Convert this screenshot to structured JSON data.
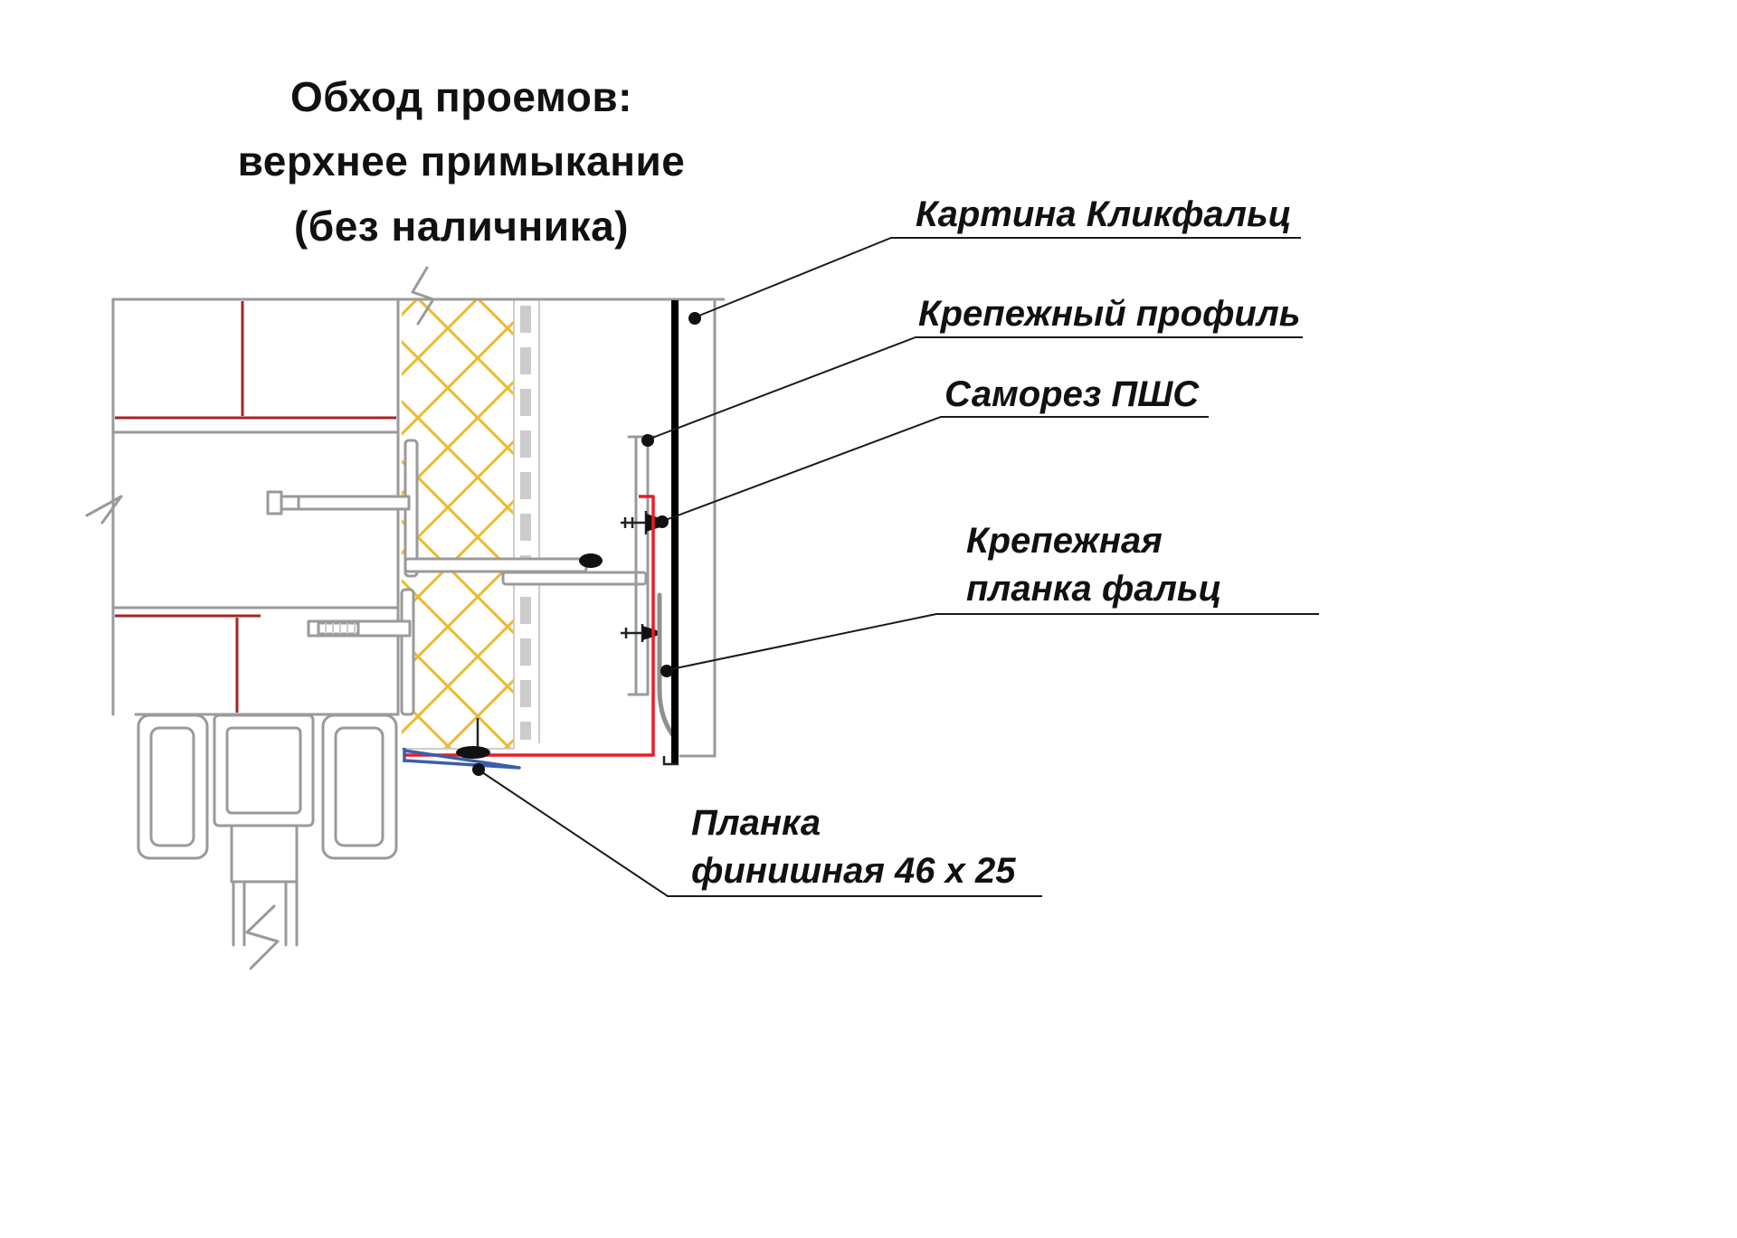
{
  "title": {
    "line1": "Обход проемов:",
    "line2": "верхнее примыкание",
    "line3": "(без наличника)"
  },
  "callouts": {
    "panel": "Картина Кликфальц",
    "profile": "Крепежный профиль",
    "screw": "Саморез ПШС",
    "clamp_line1": "Крепежная",
    "clamp_line2": "планка фальц",
    "finish_line1": "Планка",
    "finish_line2": "финишная 46 х 25"
  },
  "colors": {
    "outline-gray": "#9a9a9a",
    "brick-red": "#a62324",
    "insulation-yellow": "#ecba2e",
    "membrane-gray": "#cccccc",
    "panel-black": "#000000",
    "flashing-red": "#ec1c24",
    "finish-blue": "#3b5ea9"
  }
}
